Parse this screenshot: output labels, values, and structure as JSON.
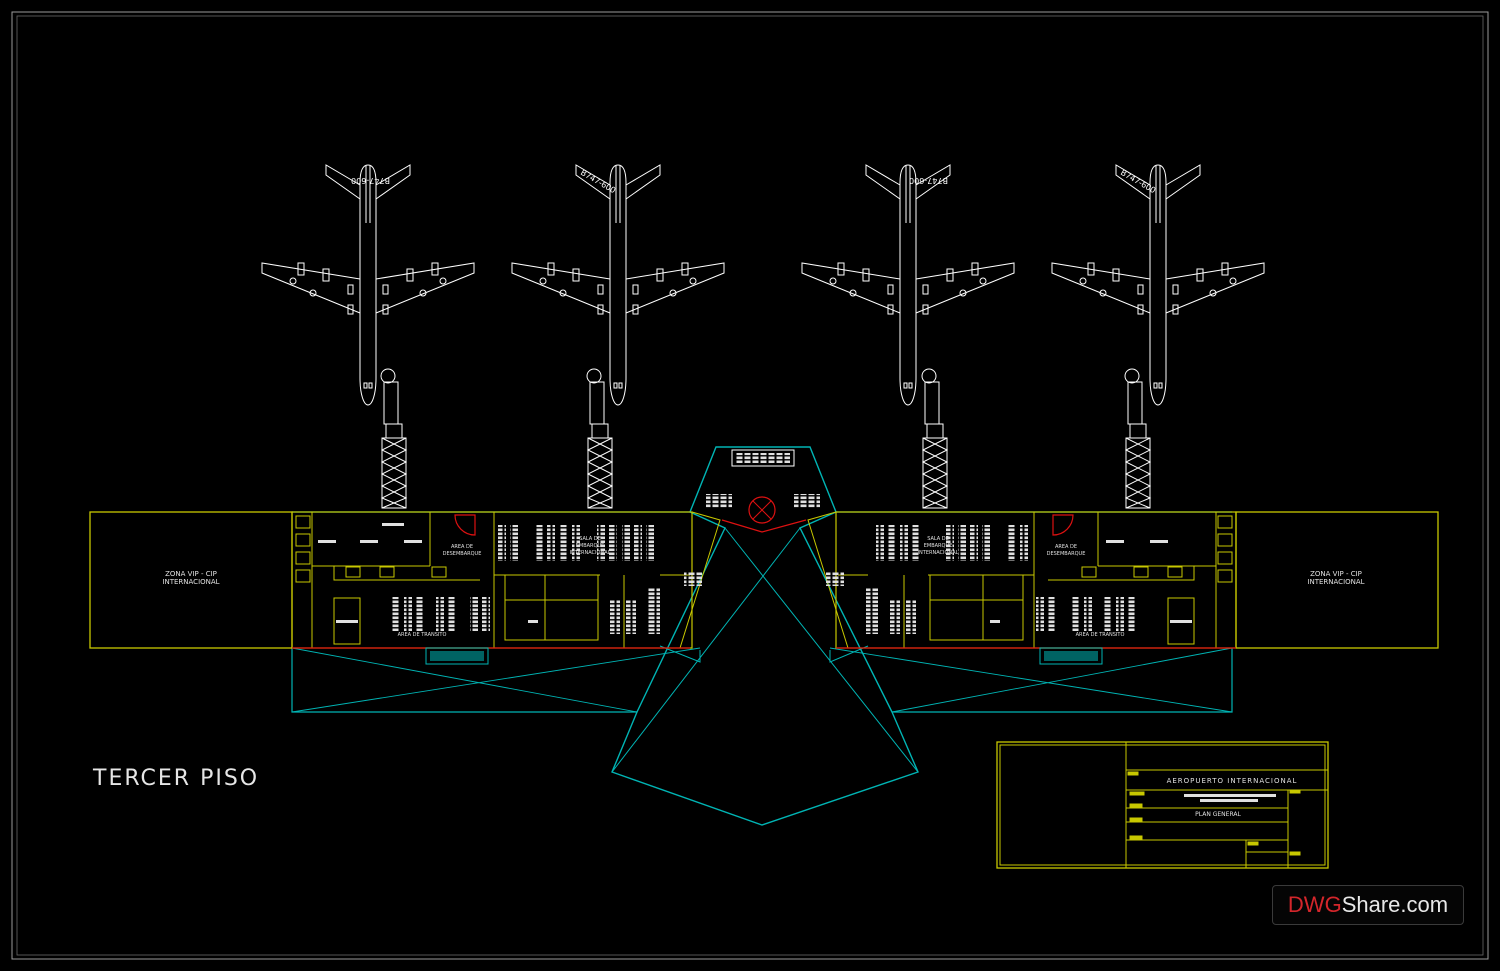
{
  "drawing": {
    "floor_label": "TERCER PISO",
    "zone_left": [
      "ZONA VIP - CIP",
      "INTERNACIONAL"
    ],
    "zone_right": [
      "ZONA VIP - CIP",
      "INTERNACIONAL"
    ],
    "rooms": {
      "desembarque_left": [
        "AREA DE",
        "DESEMBARQUE"
      ],
      "desembarque_right": [
        "AREA DE",
        "DESEMBARQUE"
      ],
      "transito_left": "AREA DE TRANSITO",
      "transito_right": "AREA DE TRANSITO",
      "sala_left": [
        "SALA DE",
        "EMBARQUE",
        "INTERNACIONAL"
      ],
      "sala_right": [
        "SALA DE",
        "EMBARQUE",
        "INTERNACIONAL"
      ]
    },
    "aircraft": [
      {
        "model": "B747-600"
      },
      {
        "model": "B747-600"
      },
      {
        "model": "B747-600"
      },
      {
        "model": "B747-600"
      }
    ],
    "colors": {
      "background": "#000000",
      "aircraft": "#ffffff",
      "walls": "#c8c800",
      "facade": "#00b4b4",
      "red_line": "#dd1111",
      "furniture": "#e0e0e0",
      "border": "#9a9a9a"
    }
  },
  "title_block": {
    "project": "AEROPUERTO INTERNACIONAL",
    "sheet": "PLAN GENERAL"
  },
  "watermark": {
    "brand_a": "DWG",
    "brand_b": "Share.com"
  }
}
